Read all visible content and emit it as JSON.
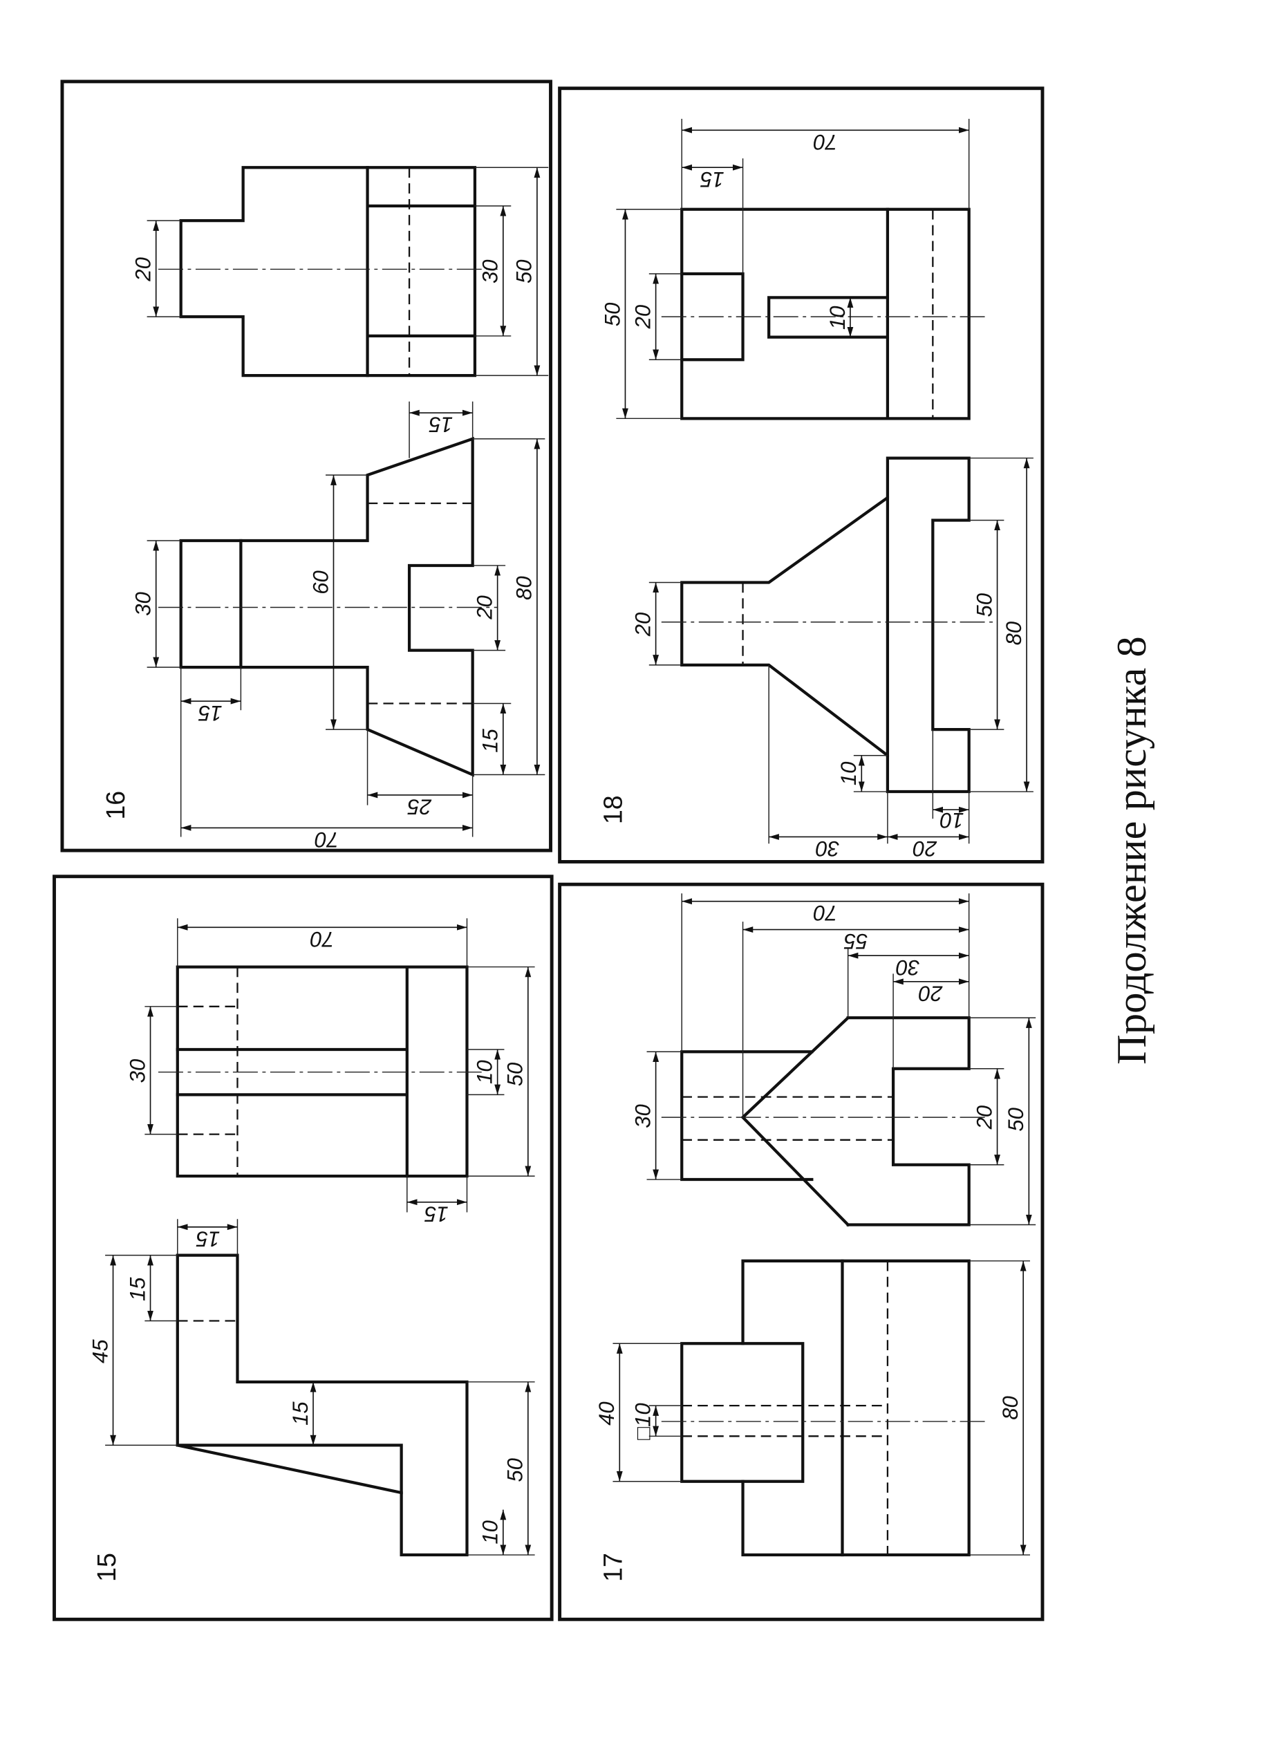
{
  "caption": "Продолжение рисунка 8",
  "figures": [
    {
      "number": "15",
      "labels": [
        "30",
        "70",
        "10",
        "50",
        "15",
        "45",
        "15",
        "15",
        "15",
        "50",
        "10"
      ]
    },
    {
      "number": "16",
      "labels": [
        "20",
        "30",
        "50",
        "15",
        "30",
        "60",
        "20",
        "80",
        "15",
        "15",
        "25",
        "70"
      ]
    },
    {
      "number": "17",
      "labels": [
        "70",
        "55",
        "30",
        "20",
        "30",
        "20",
        "50",
        "40",
        "□10",
        "80"
      ]
    },
    {
      "number": "18",
      "labels": [
        "15",
        "70",
        "50",
        "20",
        "10",
        "20",
        "50",
        "80",
        "10",
        "30",
        "20",
        "10"
      ]
    }
  ]
}
